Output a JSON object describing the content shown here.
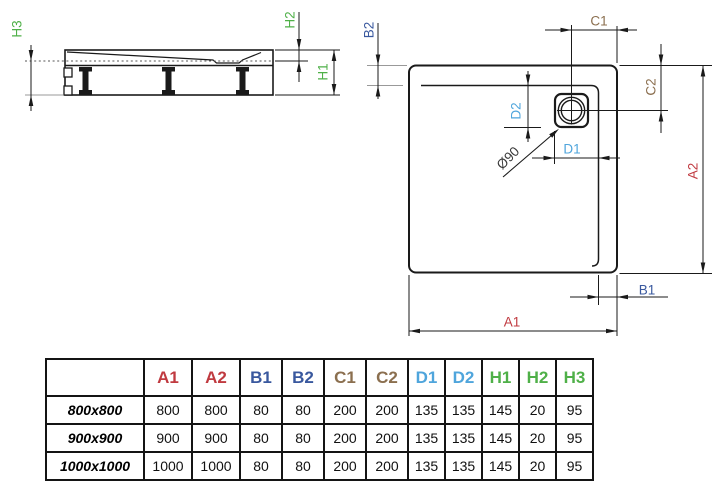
{
  "drawing": {
    "side": {
      "h1": "H1",
      "h2": "H2",
      "h3": "H3"
    },
    "plan": {
      "a1": "A1",
      "a2": "A2",
      "b1": "B1",
      "b2": "B2",
      "c1": "C1",
      "c2": "C2",
      "d1": "D1",
      "d2": "D2",
      "drain_diameter": "Ø90"
    }
  },
  "colors": {
    "a": "#C03A40",
    "b": "#39589E",
    "c": "#8B6F4F",
    "d": "#4FA5DC",
    "h": "#4FB048",
    "line": "#1a1a1a",
    "note": "#3a3a3a"
  },
  "table": {
    "header": [
      "A1",
      "A2",
      "B1",
      "B2",
      "C1",
      "C2",
      "D1",
      "D2",
      "H1",
      "H2",
      "H3"
    ],
    "rows": [
      {
        "name": "800x800",
        "values": [
          "800",
          "800",
          "80",
          "80",
          "200",
          "200",
          "135",
          "135",
          "145",
          "20",
          "95"
        ]
      },
      {
        "name": "900x900",
        "values": [
          "900",
          "900",
          "80",
          "80",
          "200",
          "200",
          "135",
          "135",
          "145",
          "20",
          "95"
        ]
      },
      {
        "name": "1000x1000",
        "values": [
          "1000",
          "1000",
          "80",
          "80",
          "200",
          "200",
          "135",
          "135",
          "145",
          "20",
          "95"
        ]
      }
    ]
  }
}
